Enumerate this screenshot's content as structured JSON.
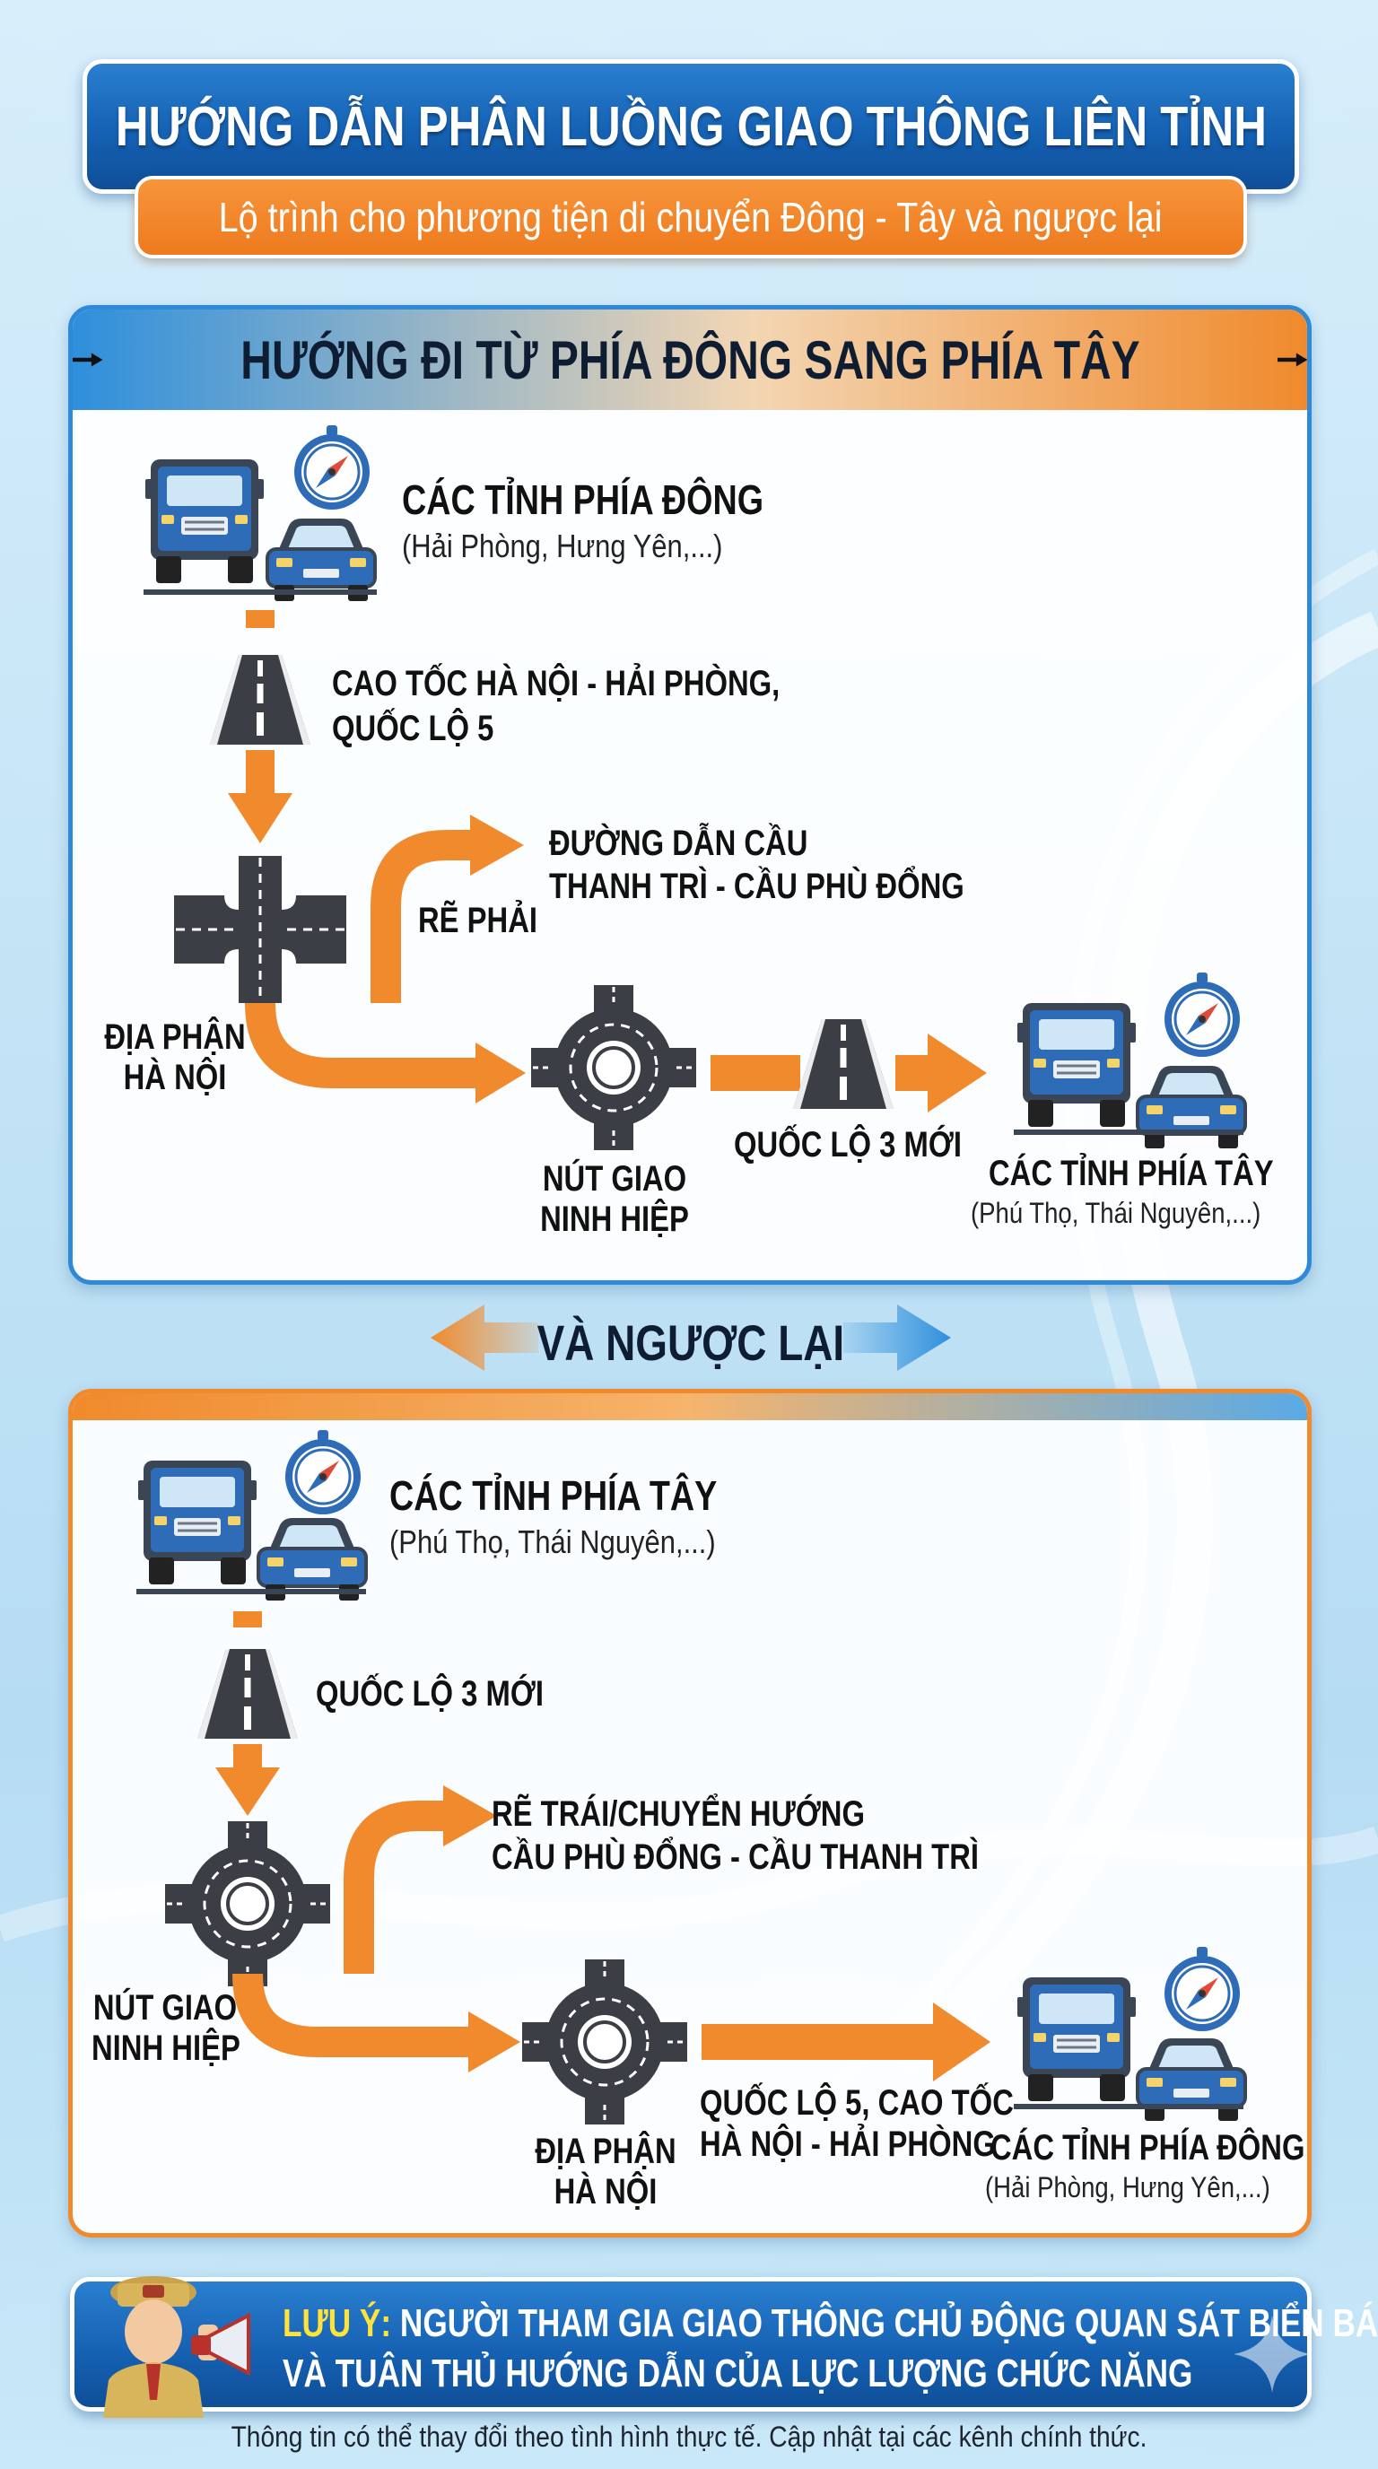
{
  "header": {
    "title": "HƯỚNG DẪN PHÂN LUỒNG GIAO THÔNG LIÊN TỈNH",
    "subtitle": "Lộ trình cho phương tiện di chuyển Đông - Tây và ngược lại"
  },
  "route_east_west": {
    "heading": "HƯỚNG ĐI TỪ PHÍA ĐÔNG SANG PHÍA TÂY",
    "origin_title": "CÁC TỈNH PHÍA ĐÔNG",
    "origin_sub": "(Hải Phòng, Hưng Yên,...)",
    "road1_line1": "CAO TỐC HÀ NỘI - HẢI PHÒNG,",
    "road1_line2": "QUỐC LỘ 5",
    "junction_line1": "ĐỊA PHẬN",
    "junction_line2": "HÀ NỘI",
    "turn_label": "RẼ PHẢI",
    "branch_line1": "ĐƯỜNG DẪN CẦU",
    "branch_line2": "THANH TRÌ - CẦU PHÙ ĐỔNG",
    "roundabout_line1": "NÚT GIAO",
    "roundabout_line2": "NINH HIỆP",
    "road2": "QUỐC LỘ 3 MỚI",
    "dest_title": "CÁC TỈNH PHÍA TÂY",
    "dest_sub": "(Phú Thọ, Thái Nguyên,...)"
  },
  "reverse_label": "VÀ NGƯỢC LẠI",
  "route_west_east": {
    "origin_title": "CÁC TỈNH PHÍA TÂY",
    "origin_sub": "(Phú Thọ, Thái Nguyên,...)",
    "road1": "QUỐC LỘ 3 MỚI",
    "junction_line1": "NÚT GIAO",
    "junction_line2": "NINH HIỆP",
    "branch_line1": "RẼ TRÁI/CHUYỂN HƯỚNG",
    "branch_line2": "CẦU PHÙ ĐỔNG - CẦU THANH TRÌ",
    "roundabout_line1": "ĐỊA PHẬN",
    "roundabout_line2": "HÀ NỘI",
    "road2_line1": "QUỐC LỘ 5, CAO TỐC",
    "road2_line2": "HÀ NỘI - HẢI PHÒNG",
    "dest_title": "CÁC TỈNH PHÍA ĐÔNG",
    "dest_sub": "(Hải Phòng, Hưng Yên,...)"
  },
  "note": {
    "label": "LƯU Ý:",
    "line1": "NGƯỜI THAM GIA GIAO THÔNG CHỦ ĐỘNG QUAN SÁT BIỂN BÁO",
    "line2": "VÀ TUÂN THỦ HƯỚNG DẪN CỦA LỰC LƯỢNG CHỨC NĂNG"
  },
  "footer": "Thông tin có thể thay đổi theo tình hình thực tế. Cập nhật tại các kênh chính thức.",
  "colors": {
    "primary_blue": "#1561b3",
    "accent_orange": "#f08a2c",
    "road_dark": "#3b3f45"
  }
}
